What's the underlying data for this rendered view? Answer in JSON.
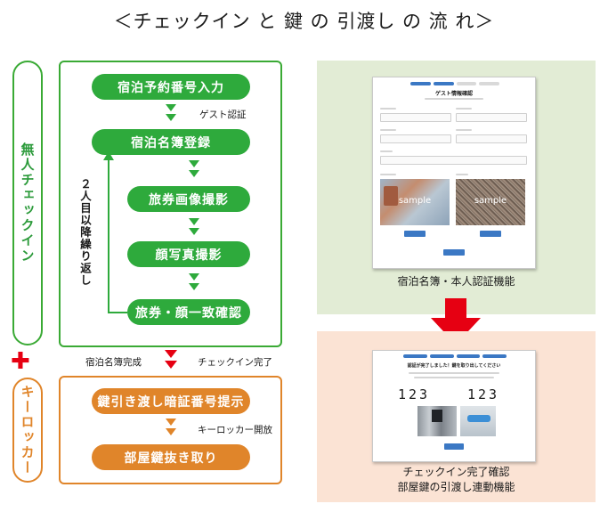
{
  "title": "＜チェックイン と 鍵 の 引渡し の 流 れ＞",
  "left": {
    "side_unmanned": "無人チェックイン",
    "side_locker": "キーロッカー",
    "plus": "✚",
    "steps": {
      "reservation": "宿泊予約番号入力",
      "register": "宿泊名簿登録",
      "passport": "旅券画像撮影",
      "face": "顔写真撮影",
      "match": "旅券・顔一致確認",
      "key_code": "鍵引き渡し暗証番号提示",
      "key_take": "部屋鍵抜き取り"
    },
    "labels": {
      "guest_auth": "ゲスト認証",
      "repeat": "２人目以降繰り返し",
      "register_done": "宿泊名簿完成",
      "checkin_done": "チェックイン完了",
      "locker_open": "キーロッカー開放"
    }
  },
  "right": {
    "top_caption": "宿泊名簿・本人認証機能",
    "bottom_caption_1": "チェックイン完了確認",
    "bottom_caption_2": "部屋鍵の引渡し連動機能",
    "form_title": "ゲスト情報確認",
    "sample_1": "sample",
    "sample_2": "sample",
    "code_a": "123",
    "code_b": "123",
    "done_title": "認証が完了しました！鍵を取り出してください"
  },
  "colors": {
    "green": "#2eaa3c",
    "orange": "#e0852a",
    "red": "#e60012",
    "green_bg": "#e2ecd5",
    "orange_bg": "#fbe3d4",
    "button_blue": "#3b78c4"
  }
}
